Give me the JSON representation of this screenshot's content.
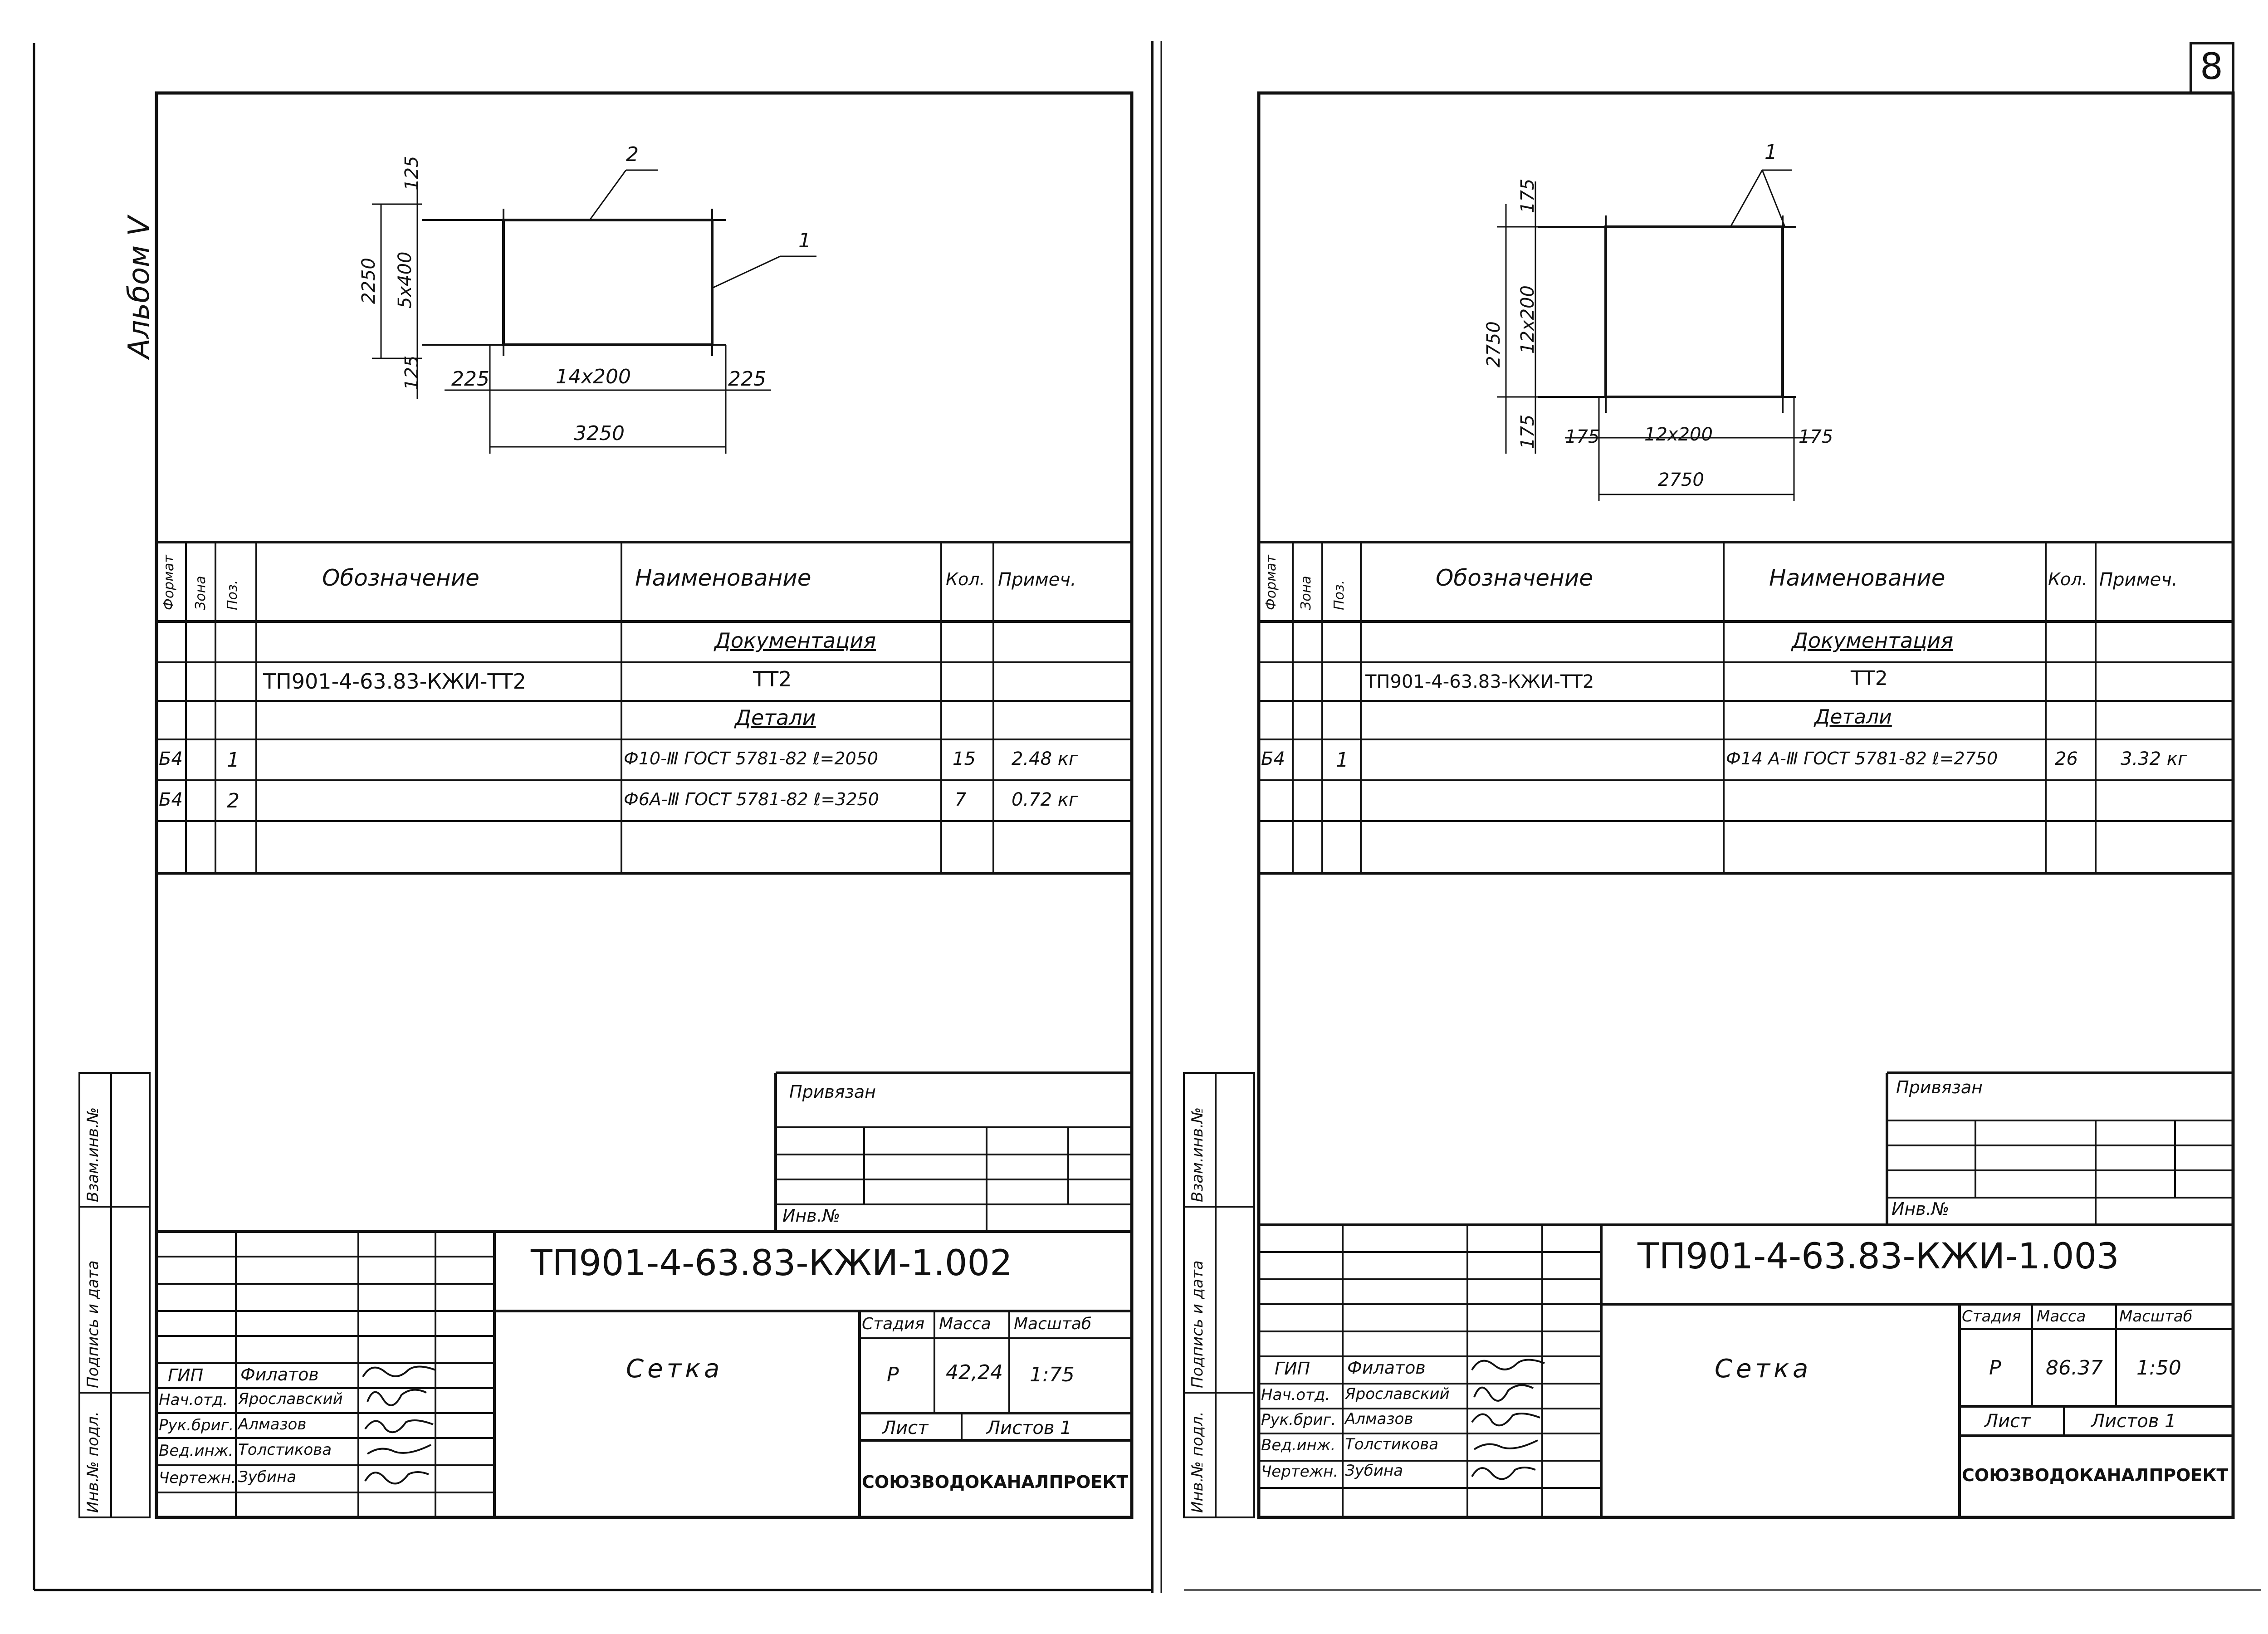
{
  "sheet_number": "8",
  "album_label": "Альбом V",
  "side_stamp": {
    "vzam": "Взам.инв.№",
    "podpis": "Подпись и дата",
    "inv": "Инв.№ подл."
  },
  "spec_header": {
    "format": "Формат",
    "zona": "Зона",
    "poz": "Поз.",
    "oboznachenie": "Обозначение",
    "naimenovanie": "Наименование",
    "kol": "Кол.",
    "primech_left": "Примеч.",
    "primech_right": "Примеч."
  },
  "left": {
    "drawing": {
      "dim_top": "125",
      "dim_bottom": "125",
      "dim_total_v": "2250",
      "dim_inner_v": "5x400",
      "dim_left_h": "225",
      "dim_inner_h": "14x200",
      "dim_right_h": "225",
      "dim_total_h": "3250",
      "leader_1": "1",
      "leader_2": "2"
    },
    "spec": {
      "section_doc": "Документация",
      "doc_code": "ТП901-4-63.83-КЖИ-ТТ2",
      "doc_name": "ТТ2",
      "section_det": "Детали",
      "rows": [
        {
          "format": "Б4",
          "poz": "1",
          "name": "Ф10-Ⅲ ГОСТ 5781-82 ℓ=2050",
          "qty": "15",
          "note": "2.48 кг"
        },
        {
          "format": "Б4",
          "poz": "2",
          "name": "Ф6А-Ⅲ ГОСТ 5781-82 ℓ=3250",
          "qty": "7",
          "note": "0.72 кг"
        }
      ]
    },
    "privyazan": "Привязан",
    "inv_no": "Инв.№",
    "title_code": "ТП901-4-63.83-КЖИ-1.002",
    "title_name": "Сетка",
    "stage_label": "Стадия",
    "mass_label": "Масса",
    "scale_label": "Масштаб",
    "stage": "Р",
    "mass": "42,24",
    "scale": "1:75",
    "sheet_label": "Лист",
    "sheets_label": "Листов 1",
    "org": "СОЮЗВОДОКАНАЛПРОЕКТ",
    "people": [
      {
        "role": "ГИП",
        "name": "Филатов"
      },
      {
        "role": "Нач.отд.",
        "name": "Ярославский"
      },
      {
        "role": "Рук.бриг.",
        "name": "Алмазов"
      },
      {
        "role": "Вед.инж.",
        "name": "Толстикова"
      },
      {
        "role": "Чертежн.",
        "name": "Зубина"
      }
    ]
  },
  "right": {
    "drawing": {
      "dim_top": "175",
      "dim_bottom": "175",
      "dim_total_v": "2750",
      "dim_inner_v": "12x200",
      "dim_left_h": "175",
      "dim_inner_h": "12x200",
      "dim_right_h": "175",
      "dim_total_h": "2750",
      "leader_1": "1"
    },
    "spec": {
      "section_doc": "Документация",
      "doc_code": "ТП901-4-63.83-КЖИ-ТТ2",
      "doc_name": "ТТ2",
      "section_det": "Детали",
      "rows": [
        {
          "format": "Б4",
          "poz": "1",
          "name": "Ф14 А-Ⅲ ГОСТ 5781-82 ℓ=2750",
          "qty": "26",
          "note": "3.32 кг"
        }
      ]
    },
    "privyazan": "Привязан",
    "inv_no": "Инв.№",
    "title_code": "ТП901-4-63.83-КЖИ-1.003",
    "title_name": "Сетка",
    "stage_label": "Стадия",
    "mass_label": "Масса",
    "scale_label": "Масштаб",
    "stage": "Р",
    "mass": "86.37",
    "scale": "1:50",
    "sheet_label": "Лист",
    "sheets_label": "Листов 1",
    "org": "СОЮЗВОДОКАНАЛПРОЕКТ",
    "people": [
      {
        "role": "ГИП",
        "name": "Филатов"
      },
      {
        "role": "Нач.отд.",
        "name": "Ярославский"
      },
      {
        "role": "Рук.бриг.",
        "name": "Алмазов"
      },
      {
        "role": "Вед.инж.",
        "name": "Толстикова"
      },
      {
        "role": "Чертежн.",
        "name": "Зубина"
      }
    ]
  }
}
